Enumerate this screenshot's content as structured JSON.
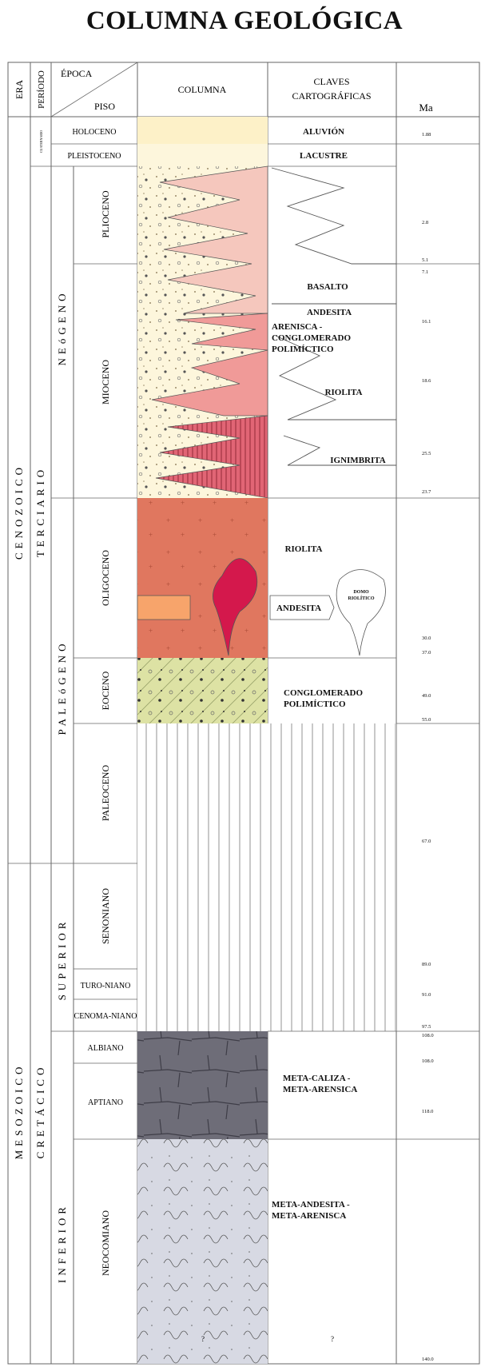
{
  "title": "COLUMNA GEOLÓGICA",
  "headers": {
    "era": "ERA",
    "periodo": "PERÍODO",
    "epoca": "ÉPOCA",
    "piso": "PISO",
    "columna": "COLUMNA",
    "claves_line1": "CLAVES",
    "claves_line2": "CARTOGRÁFICAS",
    "ma": "Ma"
  },
  "eras": [
    "CENOZOICO",
    "MESOZOICO"
  ],
  "periods": [
    "CUATERNARIO",
    "TERCIARIO",
    "CRETÁCICO"
  ],
  "subperiods": [
    "NEóGENO",
    "PALEóGENO",
    "SUPERIOR",
    "INFERIOR"
  ],
  "epochs": [
    {
      "name": "HOLOCENO",
      "vertical": false
    },
    {
      "name": "PLEISTOCENO",
      "vertical": false
    },
    {
      "name": "PLIOCENO",
      "vertical": true
    },
    {
      "name": "MIOCENO",
      "vertical": true
    },
    {
      "name": "OLIGOCENO",
      "vertical": true
    },
    {
      "name": "EOCENO",
      "vertical": true
    },
    {
      "name": "PALEOCENO",
      "vertical": true
    },
    {
      "name": "SENONIANO",
      "vertical": true
    },
    {
      "name": "TURO-NIANO",
      "vertical": false
    },
    {
      "name": "CENOMA-NIANO",
      "vertical": false
    },
    {
      "name": "ALBIANO",
      "vertical": false
    },
    {
      "name": "APTIANO",
      "vertical": false
    },
    {
      "name": "NEOCOMIANO",
      "vertical": true
    }
  ],
  "claves": [
    "ALUVIÓN",
    "LACUSTRE",
    "BASALTO",
    "ANDESITA",
    "ARENISCA -",
    "CONGLOMERADO",
    "POLIMÍCTICO",
    "RIOLITA",
    "IGNIMBRITA",
    "RIOLITA",
    "ANDESITA",
    "DOMO",
    "RIOLÍTICO",
    "CONGLOMERADO",
    "POLIMÍCTICO",
    "META-CALIZA -",
    "META-ARENSICA",
    "META-ANDESITA -",
    "META-ARENISCA",
    "?",
    "?"
  ],
  "ma_values": [
    "1.88",
    "2.8",
    "5.1",
    "7.1",
    "16.1",
    "18.6",
    "25.5",
    "23.7",
    "30.0",
    "37.0",
    "49.0",
    "55.0",
    "67.0",
    "89.0",
    "91.0",
    "97.5",
    "108.0",
    "108.0",
    "118.0",
    "140.0"
  ],
  "colors": {
    "sand": "#fdf6dc",
    "pink_light": "#f5c7bd",
    "pink": "#f09a98",
    "red_pink": "#e16575",
    "orange_brown": "#e0775f",
    "magenta": "#d4184c",
    "orange": "#f7a46b",
    "olive": "#dde2a4",
    "gray_dark": "#6e6d78",
    "gray_light": "#d7d9e3"
  }
}
